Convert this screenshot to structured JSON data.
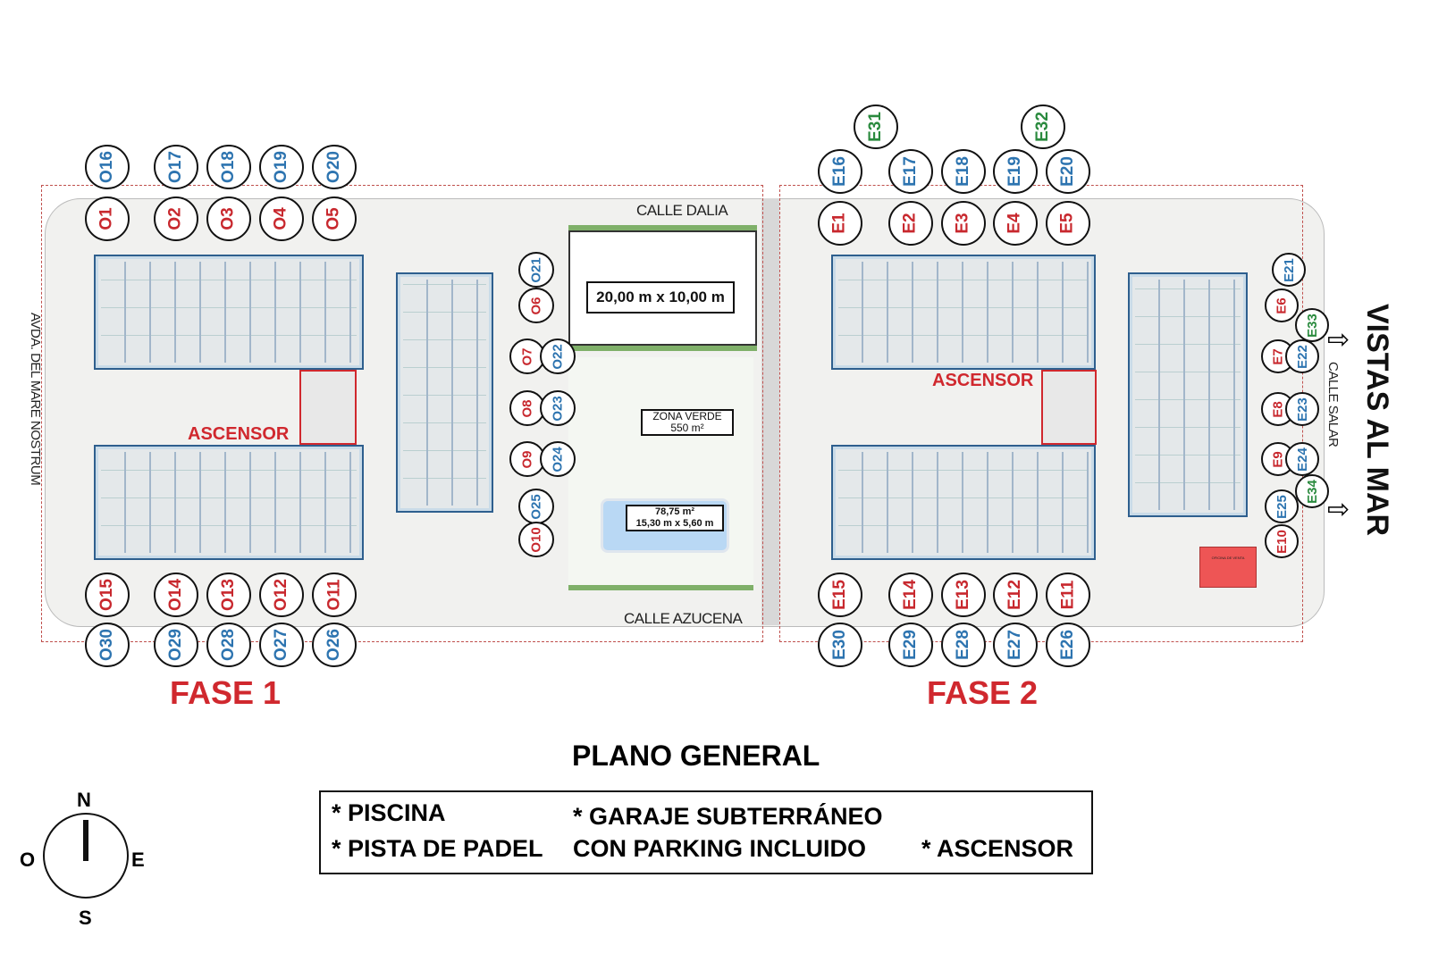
{
  "title": "PLANO GENERAL",
  "phases": {
    "fase1": "FASE 1",
    "fase2": "FASE 2"
  },
  "ascensor_label": "ASCENSOR",
  "streets": {
    "north": "CALLE DALIA",
    "south": "CALLE AZUCENA",
    "west": "AVDA. DEL MARE NOSTRUM",
    "east": "CALLE SALAR"
  },
  "views_label": "VISTAS AL MAR",
  "padel_court": "20,00 m x 10,00 m",
  "green_zone": {
    "name": "ZONA VERDE",
    "area": "550 m²"
  },
  "pool": {
    "area": "78,75 m²",
    "dimensions": "15,30 m x 5,60 m"
  },
  "sales_office": "OFICINA DE VENTA",
  "colors": {
    "red": "#c8282e",
    "blue": "#2d74b0",
    "green": "#2a8a3e",
    "phase_red": "#d0282e"
  },
  "units": [
    {
      "label": "O16",
      "color": "blue"
    },
    {
      "label": "O17",
      "color": "blue"
    },
    {
      "label": "O18",
      "color": "blue"
    },
    {
      "label": "O19",
      "color": "blue"
    },
    {
      "label": "O20",
      "color": "blue"
    },
    {
      "label": "O1",
      "color": "red"
    },
    {
      "label": "O2",
      "color": "red"
    },
    {
      "label": "O3",
      "color": "red"
    },
    {
      "label": "O4",
      "color": "red"
    },
    {
      "label": "O5",
      "color": "red"
    },
    {
      "label": "O21",
      "color": "blue"
    },
    {
      "label": "O6",
      "color": "red"
    },
    {
      "label": "O7",
      "color": "red"
    },
    {
      "label": "O22",
      "color": "blue"
    },
    {
      "label": "O8",
      "color": "red"
    },
    {
      "label": "O23",
      "color": "blue"
    },
    {
      "label": "O9",
      "color": "red"
    },
    {
      "label": "O24",
      "color": "blue"
    },
    {
      "label": "O25",
      "color": "blue"
    },
    {
      "label": "O10",
      "color": "red"
    },
    {
      "label": "O15",
      "color": "red"
    },
    {
      "label": "O14",
      "color": "red"
    },
    {
      "label": "O13",
      "color": "red"
    },
    {
      "label": "O12",
      "color": "red"
    },
    {
      "label": "O11",
      "color": "red"
    },
    {
      "label": "O30",
      "color": "blue"
    },
    {
      "label": "O29",
      "color": "blue"
    },
    {
      "label": "O28",
      "color": "blue"
    },
    {
      "label": "O27",
      "color": "blue"
    },
    {
      "label": "O26",
      "color": "blue"
    },
    {
      "label": "E31",
      "color": "green"
    },
    {
      "label": "E32",
      "color": "green"
    },
    {
      "label": "E16",
      "color": "blue"
    },
    {
      "label": "E17",
      "color": "blue"
    },
    {
      "label": "E18",
      "color": "blue"
    },
    {
      "label": "E19",
      "color": "blue"
    },
    {
      "label": "E20",
      "color": "blue"
    },
    {
      "label": "E1",
      "color": "red"
    },
    {
      "label": "E2",
      "color": "red"
    },
    {
      "label": "E3",
      "color": "red"
    },
    {
      "label": "E4",
      "color": "red"
    },
    {
      "label": "E5",
      "color": "red"
    },
    {
      "label": "E21",
      "color": "blue"
    },
    {
      "label": "E6",
      "color": "red"
    },
    {
      "label": "E33",
      "color": "green"
    },
    {
      "label": "E7",
      "color": "red"
    },
    {
      "label": "E22",
      "color": "blue"
    },
    {
      "label": "E8",
      "color": "red"
    },
    {
      "label": "E23",
      "color": "blue"
    },
    {
      "label": "E9",
      "color": "red"
    },
    {
      "label": "E24",
      "color": "blue"
    },
    {
      "label": "E34",
      "color": "green"
    },
    {
      "label": "E25",
      "color": "blue"
    },
    {
      "label": "E10",
      "color": "red"
    },
    {
      "label": "E15",
      "color": "red"
    },
    {
      "label": "E14",
      "color": "red"
    },
    {
      "label": "E13",
      "color": "red"
    },
    {
      "label": "E12",
      "color": "red"
    },
    {
      "label": "E11",
      "color": "red"
    },
    {
      "label": "E30",
      "color": "blue"
    },
    {
      "label": "E29",
      "color": "blue"
    },
    {
      "label": "E28",
      "color": "blue"
    },
    {
      "label": "E27",
      "color": "blue"
    },
    {
      "label": "E26",
      "color": "blue"
    }
  ],
  "amenities": {
    "piscina": "* PISCINA",
    "padel": "* PISTA DE PADEL",
    "garaje": "* GARAJE SUBTERRÁNEO",
    "parking": "CON PARKING INCLUIDO",
    "ascensor": "* ASCENSOR"
  },
  "compass": {
    "n": "N",
    "s": "S",
    "e": "E",
    "o": "O"
  }
}
